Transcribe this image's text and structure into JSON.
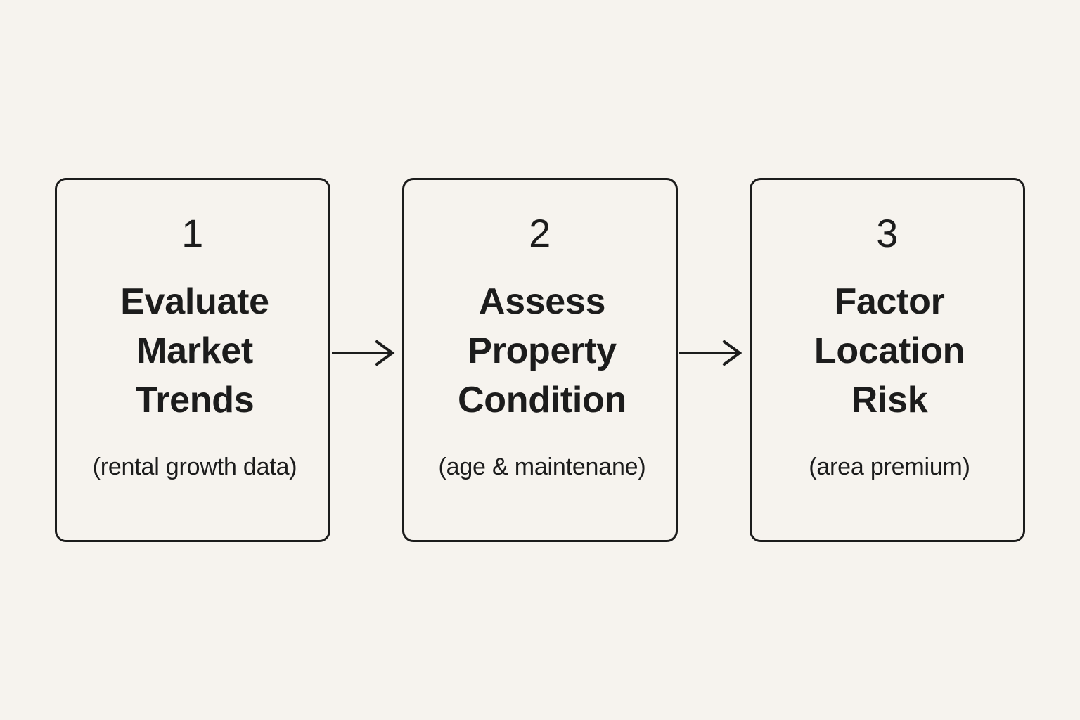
{
  "diagram": {
    "type": "horizontal-process-flow",
    "background_color": "#F6F3EE",
    "line_color": "#1C1C1C",
    "text_color": "#1C1C1C",
    "steps": [
      {
        "number": "1",
        "title": "Evaluate\nMarket\nTrends",
        "subtitle": "(rental growth data)"
      },
      {
        "number": "2",
        "title": "Assess\nProperty\nCondition",
        "subtitle": "(age & maintenane)"
      },
      {
        "number": "3",
        "title": "Factor\nLocation\nRisk",
        "subtitle": "(area premium)"
      }
    ],
    "connectors": [
      {
        "from": "1",
        "to": "2",
        "icon": "arrow-right-icon"
      },
      {
        "from": "2",
        "to": "3",
        "icon": "arrow-right-icon"
      }
    ]
  }
}
